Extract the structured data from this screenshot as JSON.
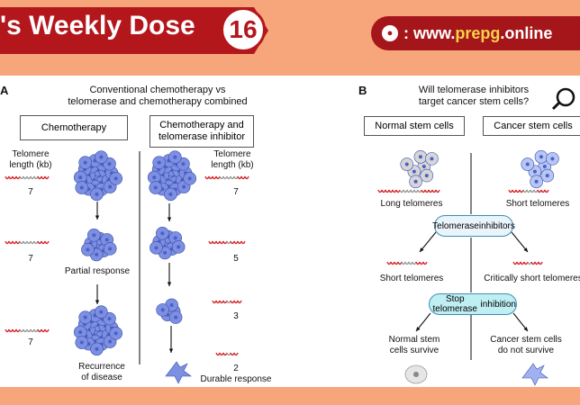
{
  "header": {
    "title": "'s Weekly Dose",
    "issue_number": "16",
    "url_prefix": ": www.",
    "url_highlight": "prepg",
    "url_suffix": ".online",
    "url_icon": "mouse-icon"
  },
  "panel_a": {
    "letter": "A",
    "heading_line1": "Conventional chemotherapy vs",
    "heading_line2": "telomerase and chemotherapy combined",
    "col1_title": "Chemotherapy",
    "col2_title_line1": "Chemotherapy and",
    "col2_title_line2": "telomerase inhibitor",
    "telomere_label_line1": "Telomere",
    "telomere_label_line2": "length (kb)",
    "col1_values": [
      "7",
      "7",
      "7"
    ],
    "col2_values": [
      "7",
      "5",
      "3",
      "2"
    ],
    "partial_response": "Partial response",
    "recurrence_line1": "Recurrence",
    "recurrence_line2": "of disease",
    "durable_response": "Durable response"
  },
  "panel_b": {
    "letter": "B",
    "heading_line1": "Will telomerase inhibitors",
    "heading_line2": "target cancer stem cells?",
    "normal_title": "Normal stem cells",
    "cancer_title": "Cancer stem cells",
    "long_telomeres": "Long telomeres",
    "short_telomeres_top": "Short telomeres",
    "inhibitors_line1": "Telomerase",
    "inhibitors_line2": "inhibitors",
    "short_telomeres": "Short telomeres",
    "critically_short": "Critically short telomeres",
    "stop_line1": "Stop telomerase",
    "stop_line2": "inhibition",
    "normal_survive_line1": "Normal stem",
    "normal_survive_line2": "cells survive",
    "cancer_survive_line1": "Cancer stem cells",
    "cancer_survive_line2": "do not survive"
  },
  "colors": {
    "brand_red": "#B3171C",
    "background_orange": "#F7A57A",
    "cell_blue": "#7d8fe0",
    "telomere_red": "#d4282c"
  }
}
